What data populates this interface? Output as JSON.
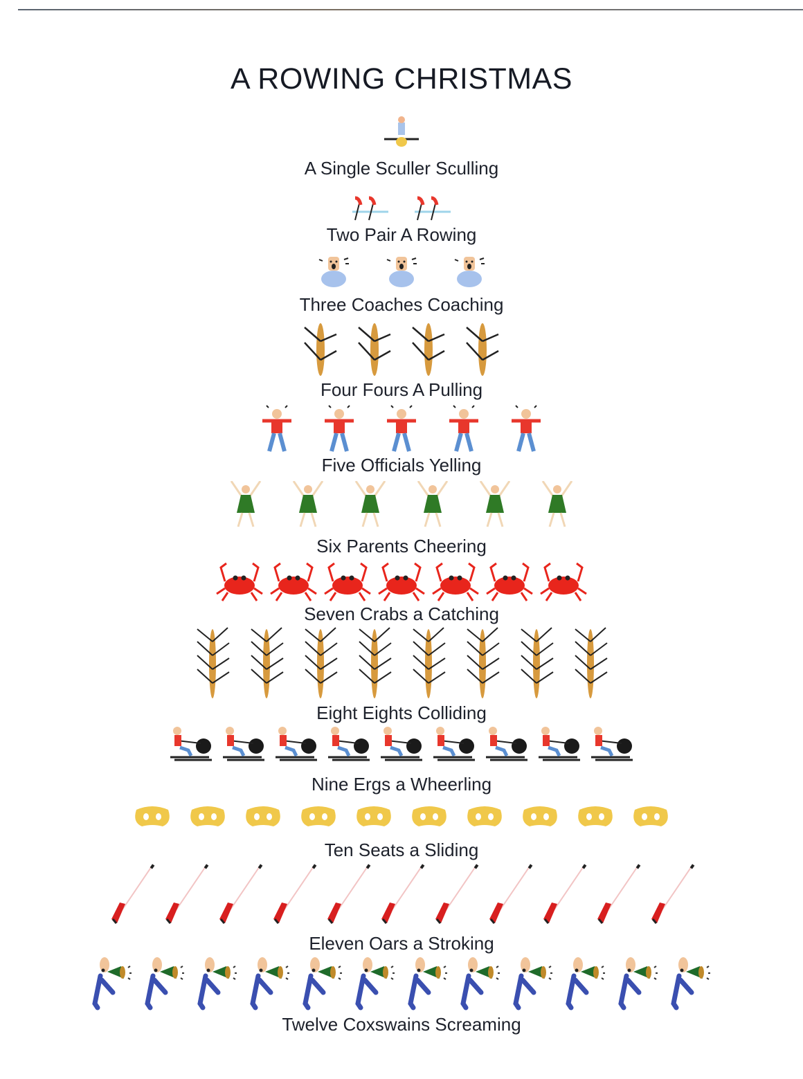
{
  "title": "A ROWING CHRISTMAS",
  "verses": [
    {
      "count": 1,
      "caption": "A Single Sculler Sculling",
      "icon": "single-sculler-icon"
    },
    {
      "count": 2,
      "caption": "Two Pair A Rowing",
      "icon": "pair-boat-icon"
    },
    {
      "count": 3,
      "caption": "Three Coaches Coaching",
      "icon": "coach-icon"
    },
    {
      "count": 4,
      "caption": "Four Fours A Pulling",
      "icon": "four-boat-icon"
    },
    {
      "count": 5,
      "caption": "Five Officials Yelling",
      "icon": "official-icon"
    },
    {
      "count": 6,
      "caption": "Six Parents Cheering",
      "icon": "parent-icon"
    },
    {
      "count": 7,
      "caption": "Seven Crabs a Catching",
      "icon": "crab-icon"
    },
    {
      "count": 8,
      "caption": "Eight Eights Colliding",
      "icon": "eight-boat-icon"
    },
    {
      "count": 9,
      "caption": "Nine Ergs a Wheerling",
      "icon": "erg-icon"
    },
    {
      "count": 10,
      "caption": "Ten Seats a Sliding",
      "icon": "seat-icon"
    },
    {
      "count": 11,
      "caption": "Eleven Oars a Stroking",
      "icon": "oar-icon"
    },
    {
      "count": 12,
      "caption": "Twelve Coxswains Screaming",
      "icon": "coxswain-icon"
    }
  ],
  "colors": {
    "text": "#1d212b",
    "boat": "#d79a3e",
    "crab": "#e8251c",
    "shirt_red": "#e8372c",
    "jeans_blue": "#5b8fd1",
    "dress_green": "#2f7a26",
    "seat_yellow": "#f0c84a",
    "oar_red": "#d81f1f",
    "cox_blue": "#3a4fb0",
    "megaphone_green": "#1f6b2a"
  }
}
